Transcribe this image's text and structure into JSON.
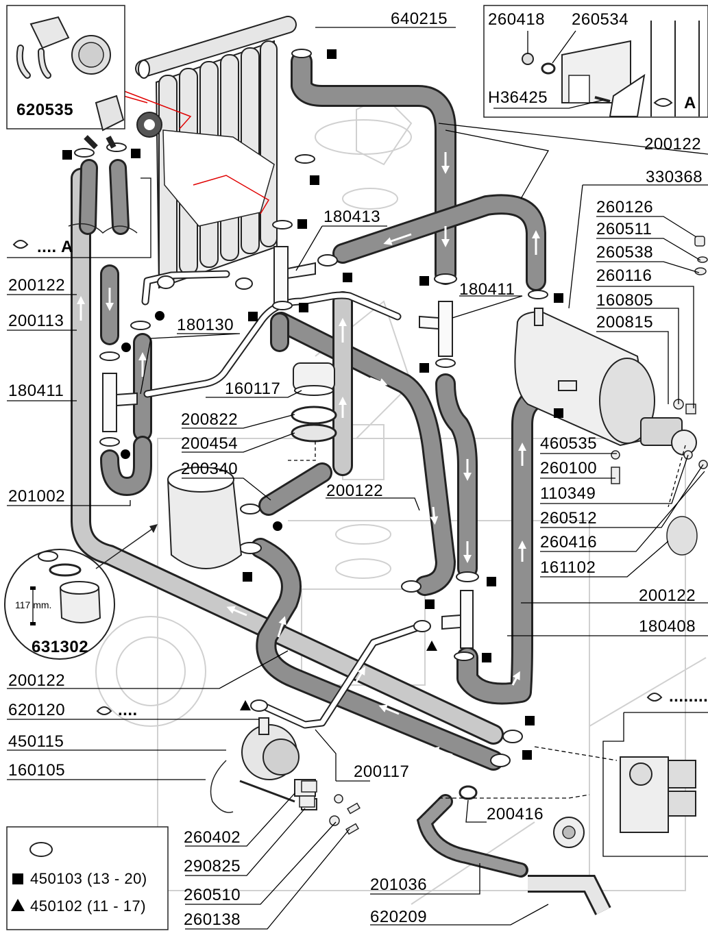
{
  "labels": {
    "p640215": "640215",
    "p260418": "260418",
    "p260534": "260534",
    "h36425": "H36425",
    "view_a_top": "A",
    "p620535": "620535",
    "p200122_a": "200122",
    "p330368": "330368",
    "p260126": "260126",
    "p260511": "260511",
    "p260538": "260538",
    "p260116": "260116",
    "p160805": "160805",
    "p200815": "200815",
    "view_a_left": ".... A",
    "p180413": "180413",
    "p180411_a": "180411",
    "p200122_b": "200122",
    "p200113": "200113",
    "p180130": "180130",
    "p180411_b": "180411",
    "p160117": "160117",
    "p200822": "200822",
    "p200454": "200454",
    "p200340": "200340",
    "p200122_c": "200122",
    "p201002": "201002",
    "p460535": "460535",
    "p260100": "260100",
    "p110349": "110349",
    "p260512": "260512",
    "p260416": "260416",
    "p161102": "161102",
    "p200122_d": "200122",
    "p180408": "180408",
    "dim_117": "117 mm.",
    "p631302": "631302",
    "p200122_e": "200122",
    "p620120": "620120",
    "view_dots_a": "....",
    "view_dots_b": "........",
    "p450115": "450115",
    "p160105": "160105",
    "p200117": "200117",
    "p200416": "200416",
    "p260402": "260402",
    "p290825": "290825",
    "p260510": "260510",
    "p260138": "260138",
    "p201036": "201036",
    "p620209": "620209"
  },
  "legend": {
    "square_clamp": "450103 (13 - 20)",
    "triangle_clamp": "450102 (11 - 17)"
  }
}
